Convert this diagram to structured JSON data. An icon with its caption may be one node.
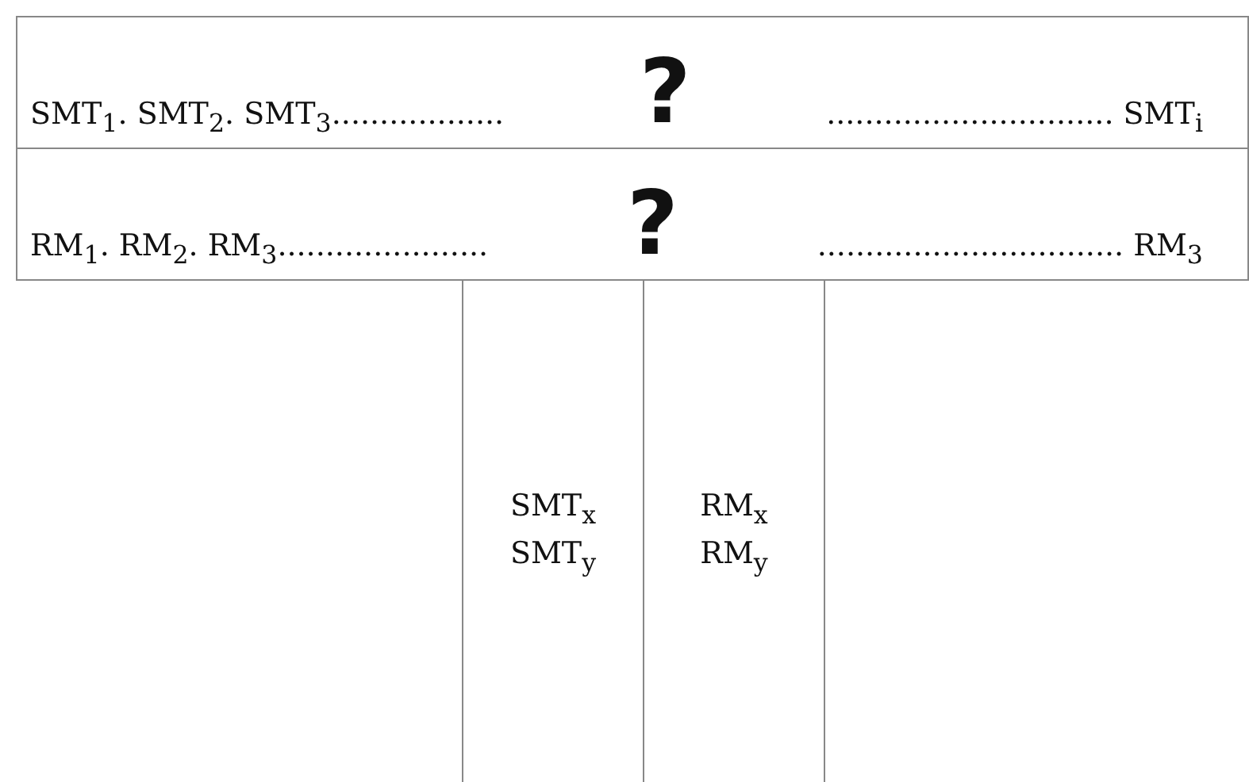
{
  "diagram": {
    "nodes": [
      {
        "text": [
          "SMT$_{1}$. SMT$_{2}$. SMT$_{3}$..................",
          "?",
          "..............................  SMT$_{i}$"
        ]
      },
      {
        "text": [
          "RM$_{1}$. RM$_{2}$. RM$_{3}$......................",
          "?",
          "................................ RM$_{3}$"
        ]
      },
      {
        "text": [
          "SMT$_{x}$",
          "SMT$_{y}$"
        ]
      },
      {
        "text": [
          "RM$_{x}$",
          "RM$_{y}$"
        ]
      }
    ]
  }
}
